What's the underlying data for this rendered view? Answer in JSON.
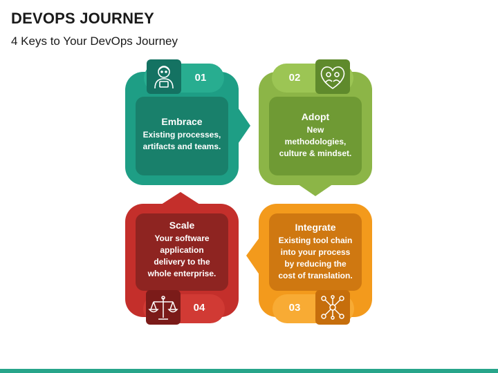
{
  "header": {
    "title": "DEVOPS JOURNEY",
    "subtitle": "4 Keys to Your DevOps Journey"
  },
  "steps": [
    {
      "number": "01",
      "heading": "Embrace",
      "lines": [
        "Existing processes,",
        "artifacts and teams."
      ],
      "icon": "developer-avatar-icon",
      "colors": {
        "outer": "#1e9e85",
        "inner": "#19806b",
        "badge": "#28ad90",
        "iconbox": "#147262"
      }
    },
    {
      "number": "02",
      "heading": "Adopt",
      "lines": [
        "New",
        "methodologies,",
        "culture & mindset."
      ],
      "icon": "heart-team-icon",
      "colors": {
        "outer": "#8cb547",
        "inner": "#6f9a34",
        "badge": "#9cc554",
        "iconbox": "#5f8a2c"
      }
    },
    {
      "number": "03",
      "heading": "Integrate",
      "lines": [
        "Existing tool chain",
        "into your process",
        "by reducing the",
        "cost of translation."
      ],
      "icon": "network-nodes-icon",
      "colors": {
        "outer": "#f39a1c",
        "inner": "#cf7811",
        "badge": "#f8ab34",
        "iconbox": "#c66e0c"
      }
    },
    {
      "number": "04",
      "heading": "Scale",
      "lines": [
        "Your software",
        "application",
        "delivery to the",
        "whole enterprise."
      ],
      "icon": "balance-scale-icon",
      "colors": {
        "outer": "#c42f2b",
        "inner": "#8e2421",
        "badge": "#d13a34",
        "iconbox": "#7b1b19"
      }
    }
  ]
}
